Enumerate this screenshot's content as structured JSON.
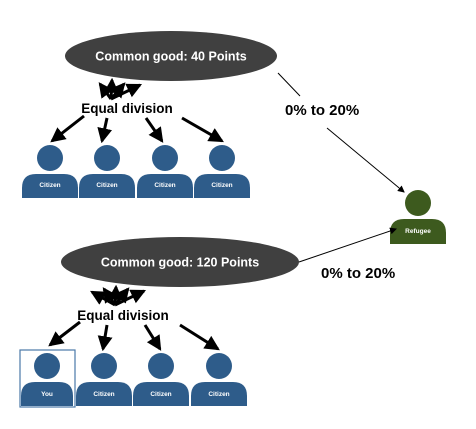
{
  "colors": {
    "ellipse_fill": "#404040",
    "citizen_fill": "#2E5C8A",
    "refugee_fill": "#3D5A1E",
    "arrow": "#000000",
    "you_frame": "#4A78A8"
  },
  "top_group": {
    "common_good_label": "Common good: 40 Points",
    "division_label": "Equal division",
    "people": [
      {
        "label": "Citizen",
        "icon": "person-icon"
      },
      {
        "label": "Citizen",
        "icon": "person-icon"
      },
      {
        "label": "Citizen",
        "icon": "person-icon"
      },
      {
        "label": "Citizen",
        "icon": "person-icon"
      }
    ],
    "transfer_label": "0% to 20%"
  },
  "bottom_group": {
    "common_good_label": "Common good: 120 Points",
    "division_label": "Equal division",
    "people": [
      {
        "label": "You",
        "icon": "person-icon",
        "highlighted": true
      },
      {
        "label": "Citizen",
        "icon": "person-icon"
      },
      {
        "label": "Citizen",
        "icon": "person-icon"
      },
      {
        "label": "Citizen",
        "icon": "person-icon"
      }
    ],
    "transfer_label": "0% to 20%"
  },
  "refugee": {
    "label": "Refugee",
    "icon": "person-icon"
  }
}
